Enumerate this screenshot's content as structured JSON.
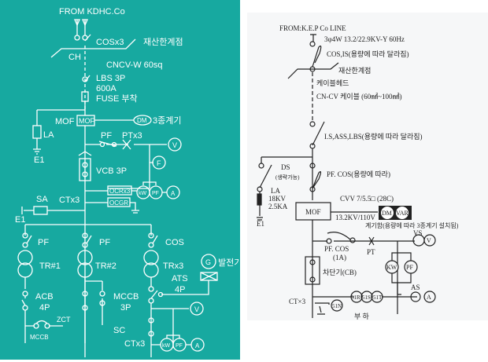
{
  "left_diagram": {
    "background_color": "#17a9a0",
    "labels": {
      "source": "FROM KDHC.Co",
      "cos": "COSx3",
      "boundary": "재산한계점",
      "ch": "CH",
      "cable": "CNCV-W 60sq",
      "lbs": "LBS 3P",
      "lbs_rating": "600A",
      "lbs_fuse": "FUSE 부착",
      "mof_label": "MOF",
      "mof_box": "MOF",
      "dm": "DM",
      "meter": "3종계기",
      "la": "LA",
      "e1": "E1",
      "pf": "PF",
      "pt": "PTx3",
      "v": "V",
      "f": "F",
      "vcb": "VCB 3P",
      "ct": "CTx3",
      "ocr": "OCRx3",
      "ocgr": "OCGR",
      "kw": "kW",
      "pfm": "PF",
      "a": "A",
      "sa": "SA",
      "e1b": "E1",
      "pf1": "PF",
      "pf2": "PF",
      "cos2": "COS",
      "tr1": "TR#1",
      "tr2": "TR#2",
      "tr3": "TRx3",
      "acb": "ACB",
      "acb_poles": "4P",
      "mccb": "MCCB",
      "mccb_poles": "3P",
      "sc": "SC",
      "zct": "ZCT",
      "mccb_small": "MCCB",
      "g": "G",
      "generator": "발전기",
      "ats": "ATS",
      "ats_poles": "4P",
      "v2": "V",
      "ct2": "CTx3",
      "kw2": "kW",
      "pf3": "PF",
      "a2": "A"
    }
  },
  "right_diagram": {
    "labels": {
      "source": "FROM:K.E.P Co LINE",
      "system": "3φ4W 13.2/22.9KV-Y 60Hz",
      "cos_is": "COS,IS(용량에 따라 달라짐)",
      "boundary": "재산한계점",
      "cable_head": "케이블헤드",
      "cable": "CN-CV 케이블 (60㎟~100㎟)",
      "switch": "I.S,ASS,LBS(용량에 따라 달라짐)",
      "ds": "DS",
      "ds_note": "(생략가능)",
      "pf_cos": "PF. COS(용량에 따라)",
      "la": "LA",
      "la_kv": "18KV",
      "la_ka": "2.5KA",
      "e1": "E1",
      "mof": "MOF",
      "cvv": "CVV 7/5.5□ (28C)",
      "ratio": "13.2KV/110V",
      "dm": "DM",
      "var": "VAR",
      "meter_box": "계기함(용량에 따라 3종계기 설치됨)",
      "pf_cos2": "PF. COS",
      "pf_cos2_rating": "(1A)",
      "pt": "PT",
      "vs": "VS",
      "v": "V",
      "kw": "KW",
      "pf": "PF",
      "cb": "차단기(CB)",
      "ct": "CT×3",
      "r51r": "51R",
      "r51s": "51S",
      "r51t": "51T",
      "r51n": "51N",
      "as": "AS",
      "a": "A",
      "bottom": "부 하"
    }
  }
}
